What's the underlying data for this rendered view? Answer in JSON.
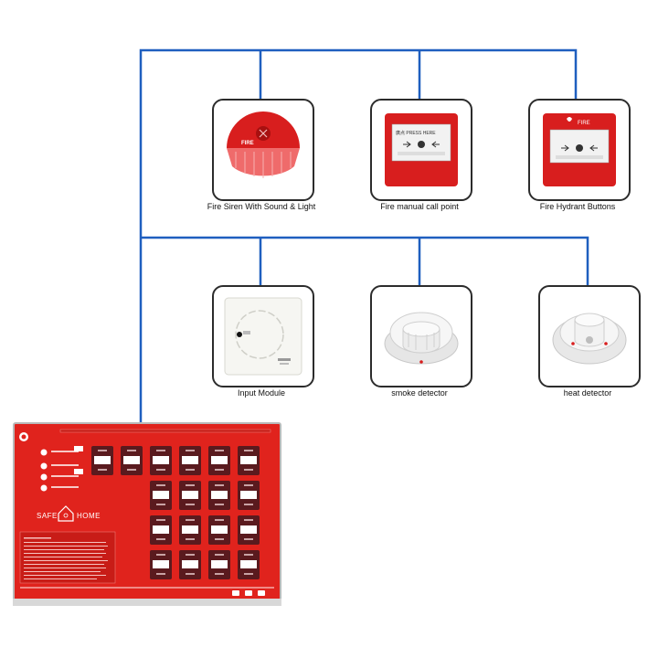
{
  "colors": {
    "wire": "#1f5fbf",
    "panel_red": "#e0231d",
    "zone_dark": "#5a1a1e",
    "device_red": "#d81e1e"
  },
  "devices": [
    {
      "label": "Fire Siren With Sound & Light",
      "icon": "fire-siren-icon"
    },
    {
      "label": "Fire manual call point",
      "icon": "manual-call-point-icon"
    },
    {
      "label": "Fire Hydrant Buttons",
      "icon": "hydrant-button-icon"
    },
    {
      "label": "Input Module",
      "icon": "input-module-icon"
    },
    {
      "label": "smoke detector",
      "icon": "smoke-detector-icon"
    },
    {
      "label": "heat detector",
      "icon": "heat-detector-icon"
    }
  ],
  "device_text": {
    "siren": "FIRE",
    "call_point_header": "廣点 PRESS HERE",
    "hydrant_header": "FIRE"
  },
  "panel": {
    "brand_left": "SAFE",
    "brand_right": "HOME"
  }
}
